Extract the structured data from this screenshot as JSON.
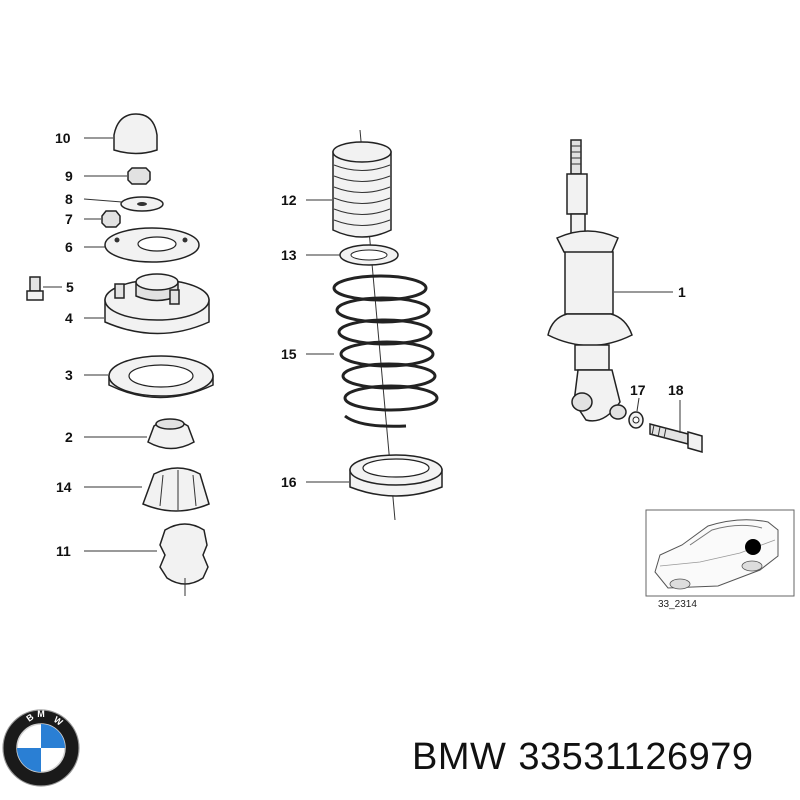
{
  "callouts": {
    "c1": "1",
    "c2": "2",
    "c3": "3",
    "c4": "4",
    "c5": "5",
    "c6": "6",
    "c7": "7",
    "c8": "8",
    "c9": "9",
    "c10": "10",
    "c11": "11",
    "c12": "12",
    "c13": "13",
    "c14": "14",
    "c15": "15",
    "c16": "16",
    "c17": "17",
    "c18": "18"
  },
  "inset": {
    "ref": "33_2314"
  },
  "caption": {
    "brand": "BMW",
    "part_number": "33531126979"
  },
  "logo": {
    "letters": "BMW",
    "colors": {
      "ring": "#1a1a1a",
      "blue": "#2a7fd4",
      "white": "#ffffff"
    }
  }
}
